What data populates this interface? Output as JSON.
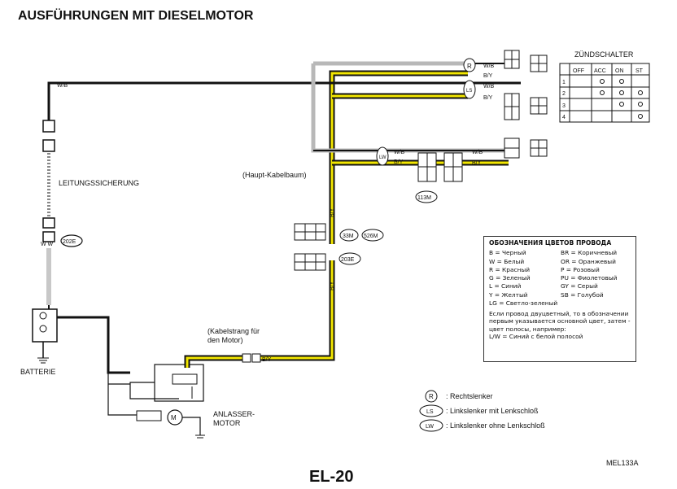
{
  "title": "AUSFÜHRUNGEN MIT DIESELMOTOR",
  "page_number": "EL-20",
  "figure_code": "MEL133A",
  "labels": {
    "leitungssicherung": "LEITUNGSSICHERUNG",
    "batterie": "BATTERIE",
    "anlasser_1": "ANLASSER-",
    "anlasser_2": "MOTOR",
    "haupt_kabelbaum": "(Haupt-Kabelbaum)",
    "kabelstrang_1": "(Kabelstrang für",
    "kabelstrang_2": "den Motor)",
    "zuendschalter": "ZÜNDSCHALTER"
  },
  "wire_codes": {
    "wb": "W/B",
    "by": "B/Y",
    "ww": "W W"
  },
  "connectors": {
    "c202e": "202E",
    "c113m": "113M",
    "c33m": "33M",
    "c526m": "526M",
    "c203e": "203E"
  },
  "switch_table": {
    "headers": [
      "OFF",
      "ACC",
      "ON",
      "ST"
    ],
    "rows": [
      "1",
      "2",
      "3",
      "4"
    ]
  },
  "variant_legend": [
    {
      "symbol": "R",
      "text": ": Rechtslenker"
    },
    {
      "symbol": "LS",
      "text": ": Linkslenker mit Lenkschloß"
    },
    {
      "symbol": "LW",
      "text": ": Linkslenker ohne Lenkschloß"
    }
  ],
  "color_legend": {
    "title": "ОБОЗНАЧЕНИЯ ЦВЕТОВ ПРОВОДА",
    "rows": [
      [
        "B  = Черный",
        "BR = Коричневый"
      ],
      [
        "W  = Белый",
        "OR = Оранжевый"
      ],
      [
        "R  = Красный",
        "P  = Розовый"
      ],
      [
        "G  = Зеленый",
        "PU = Фиолетовый"
      ],
      [
        "L  = Синий",
        "GY = Серый"
      ],
      [
        "Y  = Желтый",
        "SB = Голубой"
      ],
      [
        "LG = Светло-зеленый",
        ""
      ]
    ],
    "note": "Если провод двуцветный, то в обозначении первым указывается основной цвет, затем - цвет полосы, например:",
    "example": "L/W = Синий с белой полосой"
  },
  "wire_colors": {
    "yellow": "#f2e600",
    "black": "#111111",
    "gray": "#b8b8b8"
  }
}
